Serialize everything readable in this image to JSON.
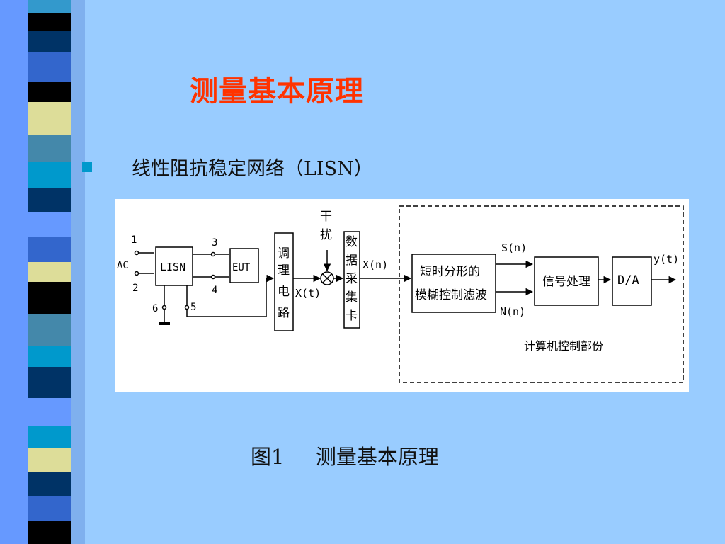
{
  "slide": {
    "title": "测量基本原理",
    "bullet": "线性阻抗稳定网络（LISN）",
    "caption_num": "图1",
    "caption_text": "测量基本原理"
  },
  "diagram": {
    "ports": {
      "p1": "1",
      "p2": "2",
      "p3": "3",
      "p4": "4",
      "p5": "5",
      "p6": "6",
      "ac": "AC"
    },
    "lisn": "LISN",
    "eut": "EUT",
    "conditioning": [
      "调",
      "理",
      "电",
      "路"
    ],
    "interference": [
      "干",
      "扰"
    ],
    "xt": "X(t)",
    "daq": [
      "数",
      "据",
      "采",
      "集",
      "卡"
    ],
    "xn": "X(n)",
    "filter_line1": "短时分形的",
    "filter_line2": "模糊控制滤波",
    "sn": "S(n)",
    "nn": "N(n)",
    "signal_proc": "信号处理",
    "da": "D/A",
    "yt": "y(t)",
    "computer": "计算机控制部份"
  },
  "colors": {
    "title": "#ff3300",
    "background": "#99ccff",
    "bullet": "#0099cc"
  }
}
